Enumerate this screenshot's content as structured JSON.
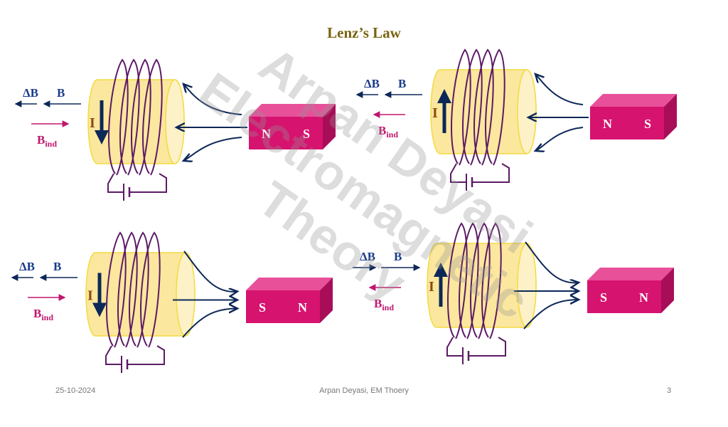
{
  "slide": {
    "title": "Lenz’s Law",
    "footer": {
      "date": "25-10-2024",
      "author": "Arpan Deyasi, EM Thoery",
      "page": "3"
    },
    "watermark": [
      "Arpan Deyasi",
      "Electromagnetic",
      "Theory"
    ]
  },
  "colors": {
    "title": "#7a6310",
    "coil_wire": "#5c1a66",
    "cylinder_fill": "#fbe79e",
    "cylinder_edge": "#f2dc40",
    "magnet_front": "#d6136f",
    "magnet_top": "#e8509a",
    "magnet_side": "#a80d58",
    "field_arrow": "#0d2858",
    "b_label": "#1a3c8c",
    "bind_label": "#c0176e",
    "current_label": "#8b4a0e"
  },
  "panels": [
    {
      "delta_b": "ΔB",
      "b": "B",
      "b_ind": "B",
      "b_ind_sub": "ind",
      "current": "I",
      "magnet_left": "N",
      "magnet_right": "S",
      "field": "converging",
      "current_dir": "down",
      "bind_dir": "right",
      "b_dir": "left"
    },
    {
      "delta_b": "ΔB",
      "b": "B",
      "b_ind": "B",
      "b_ind_sub": "ind",
      "current": "I",
      "magnet_left": "N",
      "magnet_right": "S",
      "field": "converging",
      "current_dir": "up",
      "bind_dir": "left",
      "b_dir": "left"
    },
    {
      "delta_b": "ΔB",
      "b": "B",
      "b_ind": "B",
      "b_ind_sub": "ind",
      "current": "I",
      "magnet_left": "S",
      "magnet_right": "N",
      "field": "diverging",
      "current_dir": "down",
      "bind_dir": "right",
      "b_dir": "left"
    },
    {
      "delta_b": "ΔB",
      "b": "B",
      "b_ind": "B",
      "b_ind_sub": "ind",
      "current": "I",
      "magnet_left": "S",
      "magnet_right": "N",
      "field": "diverging",
      "current_dir": "up",
      "bind_dir": "left",
      "b_dir": "right"
    }
  ]
}
